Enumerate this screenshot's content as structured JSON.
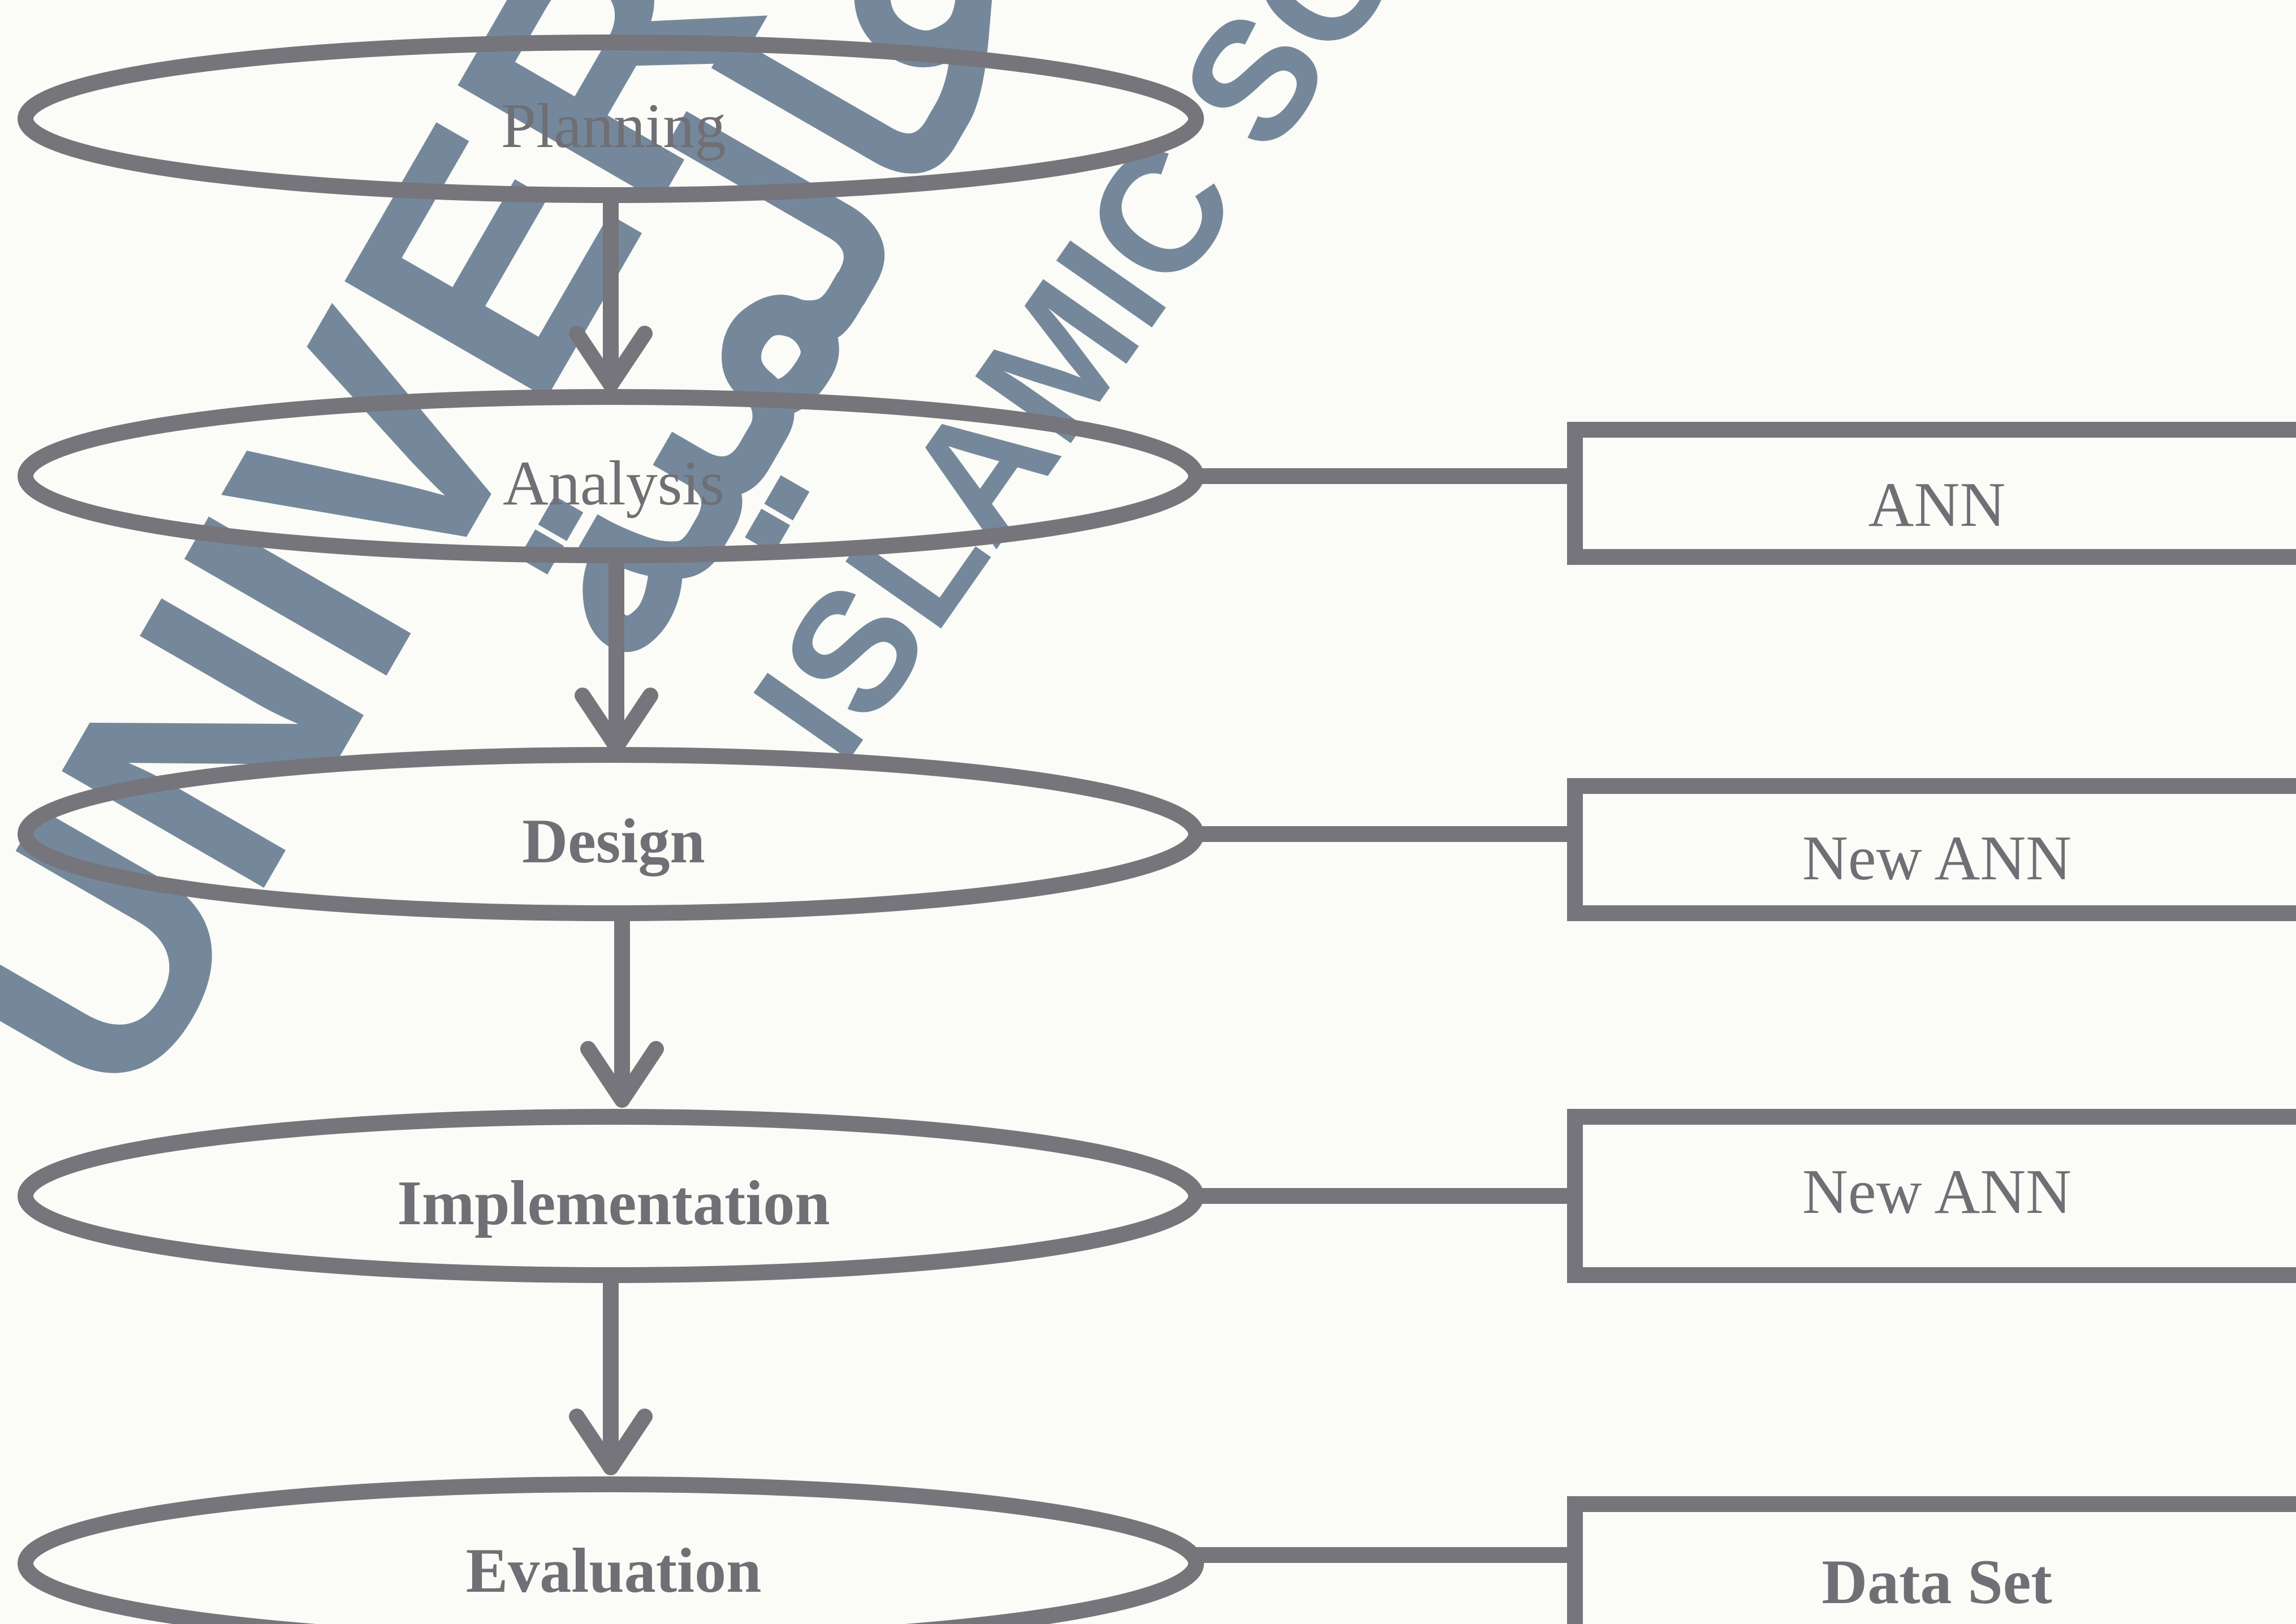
{
  "colors": {
    "background": "#fbfbf7",
    "stroke": "#75757b",
    "text": "#6f6f75",
    "watermark": "#73869a"
  },
  "watermark": {
    "main": "UNIVERSITI",
    "arabic": "ﻋﺎﻟﻤﻴﺔ",
    "secondary": "ISLAMIC SCIENCE"
  },
  "phases": [
    {
      "id": "planning",
      "label": "Planning"
    },
    {
      "id": "analysis",
      "label": "Analysis"
    },
    {
      "id": "design",
      "label": "Design"
    },
    {
      "id": "implementation",
      "label": "Implementation"
    },
    {
      "id": "evaluation",
      "label": "Evaluation"
    }
  ],
  "outputs": [
    {
      "phase": "analysis",
      "label": "ANN"
    },
    {
      "phase": "design",
      "label": "New ANN"
    },
    {
      "phase": "implementation",
      "label": "New ANN"
    },
    {
      "phase": "evaluation",
      "label": "Data Set"
    }
  ]
}
